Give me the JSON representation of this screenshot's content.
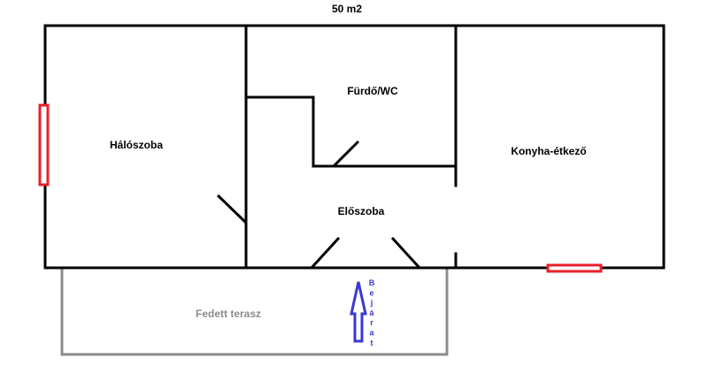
{
  "plan": {
    "area_label": "50 m2",
    "rooms": {
      "bedroom": "Hálószoba",
      "bathroom": "Fürdő/WC",
      "kitchen": "Konyha-étkező",
      "hallway": "Előszoba",
      "terrace": "Fedett terasz"
    },
    "entrance_label": "Bejárat",
    "colors": {
      "walls": "#000000",
      "windows": "#e8202a",
      "terrace_outline": "#8c8c8c",
      "terrace_text": "#8c8c8c",
      "entrance_arrow": "#3a3ad0",
      "entrance_text": "#3a3ad0"
    }
  }
}
